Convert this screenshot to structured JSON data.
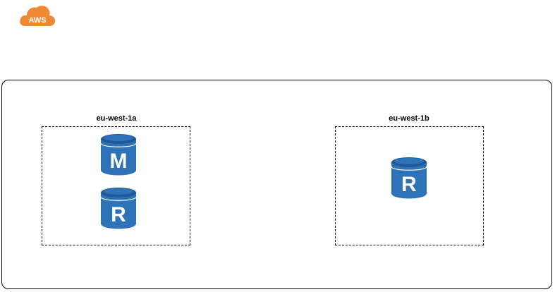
{
  "logo": {
    "text": "AWS",
    "color": "#f08a32"
  },
  "diagram": {
    "zones": [
      {
        "label": "eu-west-1a",
        "databases": [
          {
            "letter": "M",
            "icon": "rds-master-icon"
          },
          {
            "letter": "R",
            "icon": "rds-replica-icon"
          }
        ]
      },
      {
        "label": "eu-west-1b",
        "databases": [
          {
            "letter": "R",
            "icon": "rds-replica-icon"
          }
        ]
      }
    ]
  },
  "colors": {
    "db_body": "#2e73b8",
    "db_top": "#205b99",
    "db_letter": "#ffffff"
  }
}
